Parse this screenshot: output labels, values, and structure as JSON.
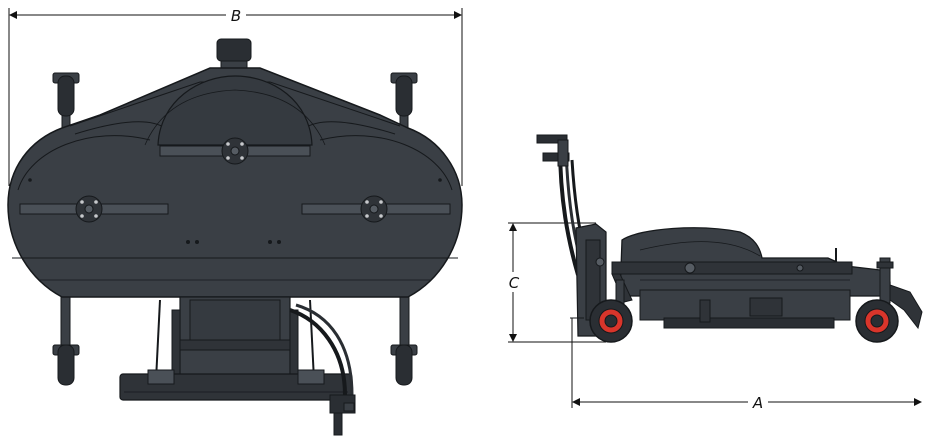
{
  "dimensions": {
    "width_label": "B",
    "height_label": "C",
    "length_label": "A"
  },
  "colors": {
    "body": "#3a3f45",
    "body_dark": "#2a2e33",
    "line": "#16191c",
    "highlight": "#565c63",
    "tire_red": "#d9352b",
    "dim_line": "#111111"
  },
  "views": [
    "top-view",
    "side-view"
  ]
}
